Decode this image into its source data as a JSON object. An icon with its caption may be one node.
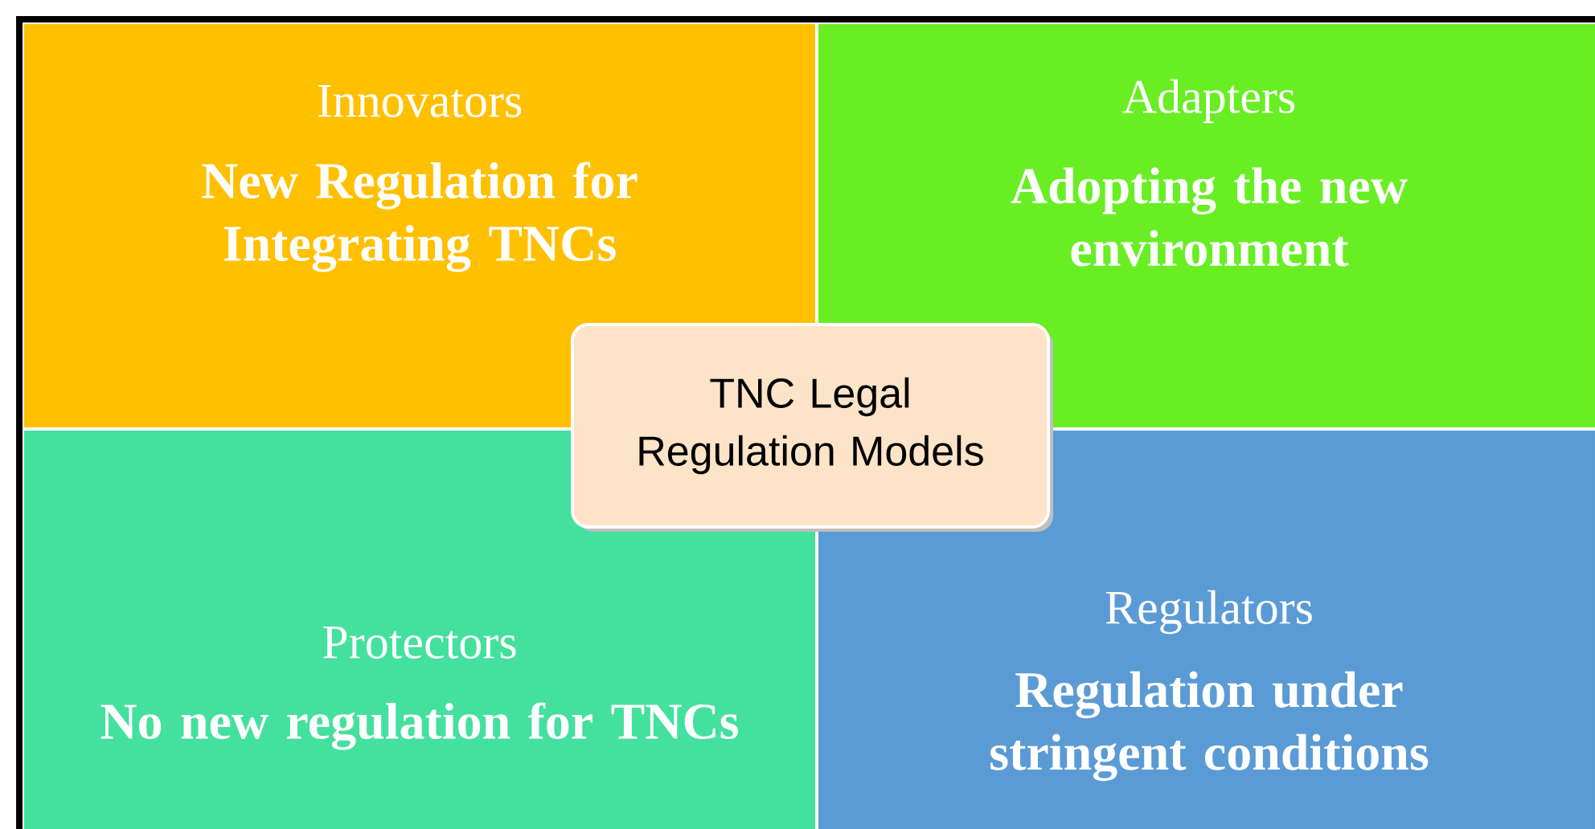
{
  "diagram": {
    "nodes": [
      {
        "text": [
          "Innovators",
          "New Regulation for Integrating TNCs"
        ]
      },
      {
        "text": [
          "Adapters",
          "Adopting the new environment"
        ]
      },
      {
        "text": [
          "TNC Legal Regulation Models"
        ]
      },
      {
        "text": [
          "Protectors",
          "No new regulation for TNCs"
        ]
      },
      {
        "text": [
          "Regulators",
          "Regulation under stringent conditions"
        ]
      }
    ]
  }
}
